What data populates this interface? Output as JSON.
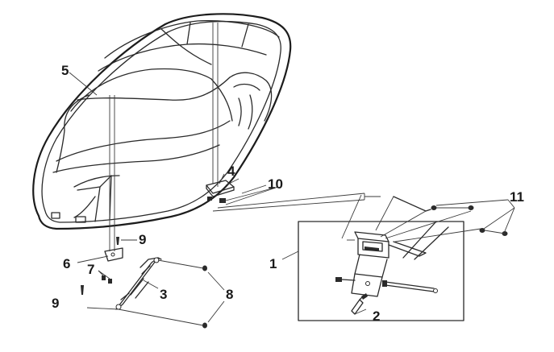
{
  "callouts": {
    "c1": "1",
    "c2": "2",
    "c3": "3",
    "c4": "4",
    "c5": "5",
    "c6": "6",
    "c7": "7",
    "c8": "8",
    "c9a": "9",
    "c9b": "9",
    "c10": "10",
    "c11": "11"
  }
}
